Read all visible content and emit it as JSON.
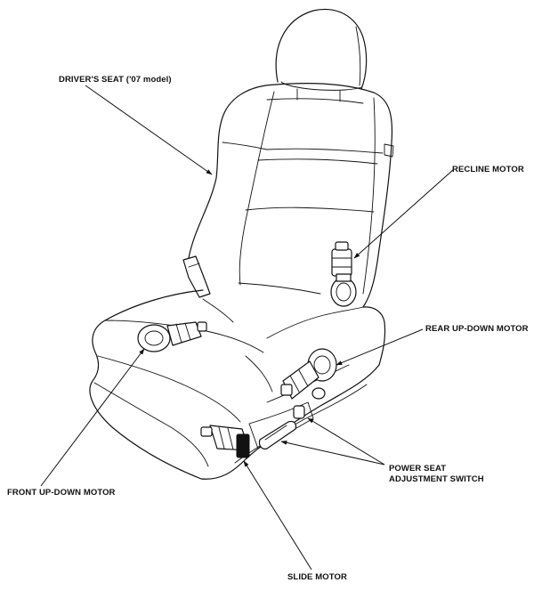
{
  "diagram": {
    "labels": {
      "drivers_seat": "DRIVER'S SEAT ('07 model)",
      "recline_motor": "RECLINE MOTOR",
      "rear_updown_motor": "REAR UP-DOWN MOTOR",
      "power_seat_switch_line1": "POWER SEAT",
      "power_seat_switch_line2": "ADJUSTMENT SWITCH",
      "front_updown_motor": "FRONT UP-DOWN MOTOR",
      "slide_motor": "SLIDE MOTOR"
    },
    "colors": {
      "line": "#111111",
      "background": "#ffffff"
    }
  }
}
